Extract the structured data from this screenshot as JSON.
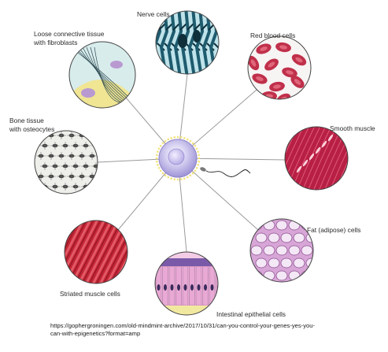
{
  "labels": {
    "nerve": "Nerve cells",
    "loose_l1": "Loose connective tissue",
    "loose_l2": "with fibroblasts",
    "red_blood": "Red blood cells",
    "bone_l1": "Bone tissue",
    "bone_l2": "with osteocytes",
    "smooth": "Smooth muscle",
    "fat": "Fat (adipose) cells",
    "striated": "Striated muscle cells",
    "intestinal": "Intestinal epithelial cells"
  },
  "source": {
    "line1": "https://gophergroningen.com/old-mindmint-archive/2017/10/31/can-you-control-your-genes-yes-you-",
    "line2": "can-with-epigenetics?format=amp"
  },
  "colors": {
    "line": "#9a9a9a",
    "stem_cell": "#c8c2ea",
    "stem_halo": "#f3e27a",
    "nerve": "#1e5b6e",
    "red_blood": "#c0304a",
    "smooth": "#c8284a",
    "fat": "#c690c6",
    "intestinal": "#e8a9d4",
    "striated": "#c92a3a",
    "bone": "#3c3c3c",
    "loose_yellow": "#f2e48a",
    "loose_purple": "#b99ad0"
  }
}
